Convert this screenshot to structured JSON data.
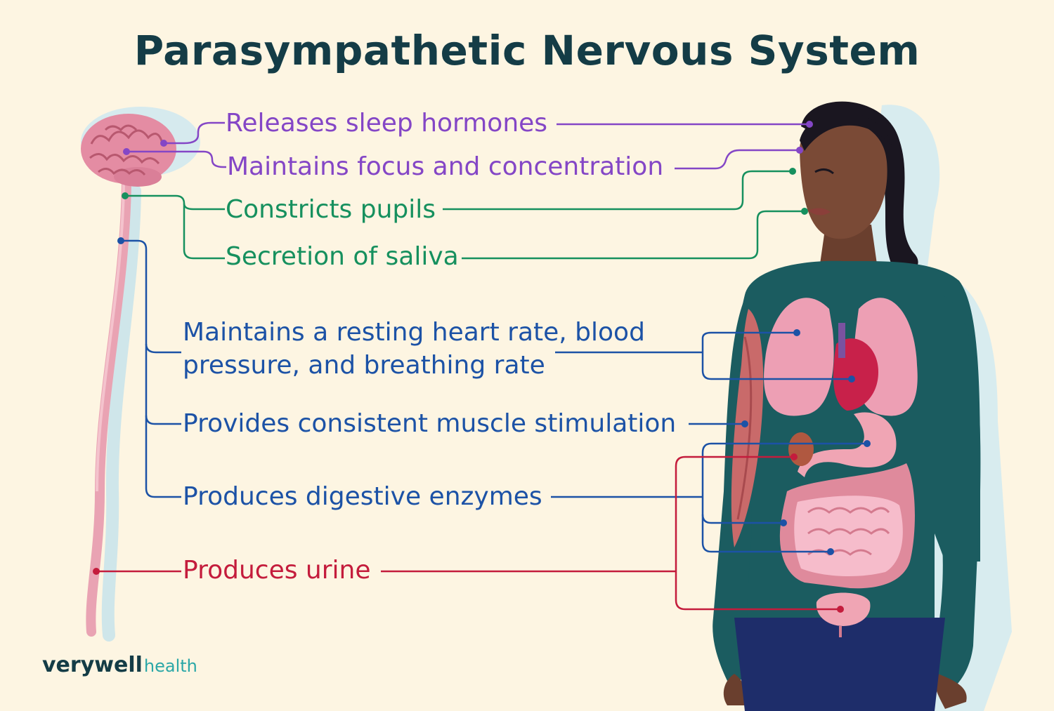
{
  "title": "Parasympathetic Nervous System",
  "colors": {
    "background": "#fdf5e2",
    "title": "#143c46",
    "purple": "#8446c6",
    "green": "#16905e",
    "blue": "#1c52a6",
    "red": "#c41c3c"
  },
  "labels": {
    "sleep": "Releases sleep hormones",
    "focus": "Maintains focus and concentration",
    "pupils": "Constricts pupils",
    "saliva": "Secretion of saliva",
    "heart_line1": "Maintains a resting heart rate, blood",
    "heart_line2": "pressure, and breathing rate",
    "muscle": "Provides consistent muscle stimulation",
    "digestive": "Produces digestive enzymes",
    "urine": "Produces urine"
  },
  "logo": {
    "brand": "verywell",
    "sub": "health"
  },
  "illustrations": {
    "left": "brain-and-spinal-cord",
    "right": "woman-with-internal-organs"
  }
}
